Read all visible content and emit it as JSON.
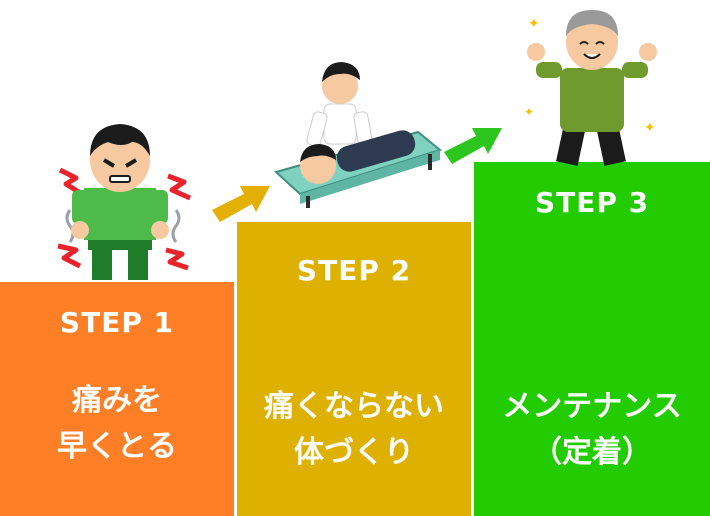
{
  "steps": [
    {
      "label": "STEP 1",
      "line1": "痛みを",
      "line2": "早くとる",
      "color": "#ff7f27"
    },
    {
      "label": "STEP 2",
      "line1": "痛くならない",
      "line2": "体づくり",
      "color": "#deb000"
    },
    {
      "label": "STEP 3",
      "line1": "メンテナンス",
      "line2": "（定着）",
      "color": "#22cc00"
    }
  ],
  "icons": {
    "person1": "person-in-pain-icon",
    "person2": "massage-treatment-icon",
    "person3": "healthy-elder-icon",
    "arrow1": "arrow-up-right-icon",
    "arrow2": "arrow-up-right-icon"
  }
}
